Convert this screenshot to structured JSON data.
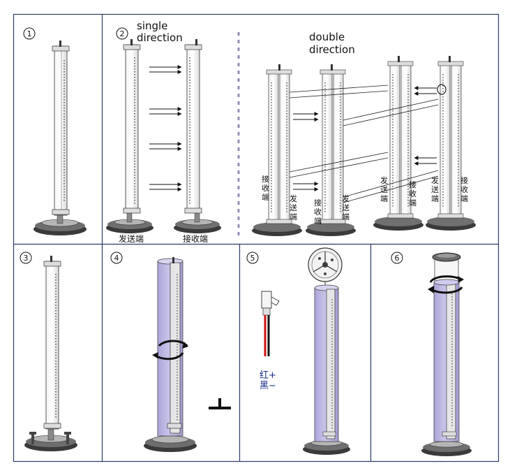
{
  "panels": [
    {
      "id": "p1",
      "number": "1"
    },
    {
      "id": "p2",
      "number": "2"
    },
    {
      "id": "p3",
      "number": "3"
    },
    {
      "id": "p4",
      "number": "4"
    },
    {
      "id": "p5",
      "number": "5"
    },
    {
      "id": "p6",
      "number": "6"
    }
  ],
  "single": {
    "title_line1": "single",
    "title_line2": "direction",
    "sender": "发送端",
    "receiver": "接收端"
  },
  "double": {
    "title_line1": "double",
    "title_line2": "direction",
    "pair1_left": [
      "接",
      "收",
      "端"
    ],
    "pair1_right": [
      "发",
      "送",
      "端"
    ],
    "pair2_left": [
      "接",
      "收",
      "端"
    ],
    "pair2_right": [
      "发",
      "送",
      "端"
    ],
    "pair3_left": [
      "发",
      "送",
      "端"
    ],
    "pair3_right": [
      "接",
      "收",
      "端"
    ],
    "pair4_left": [
      "发",
      "送",
      "端"
    ],
    "pair4_right": [
      "接",
      "收",
      "端"
    ]
  },
  "wiring": {
    "red": "红+",
    "black": "黑−"
  },
  "colors": {
    "border": "#2b3a6b",
    "tube_fill": "#b9b4df",
    "wire_red": "#d01010",
    "wire_black": "#111111",
    "label_blue": "#1a2f8a"
  }
}
